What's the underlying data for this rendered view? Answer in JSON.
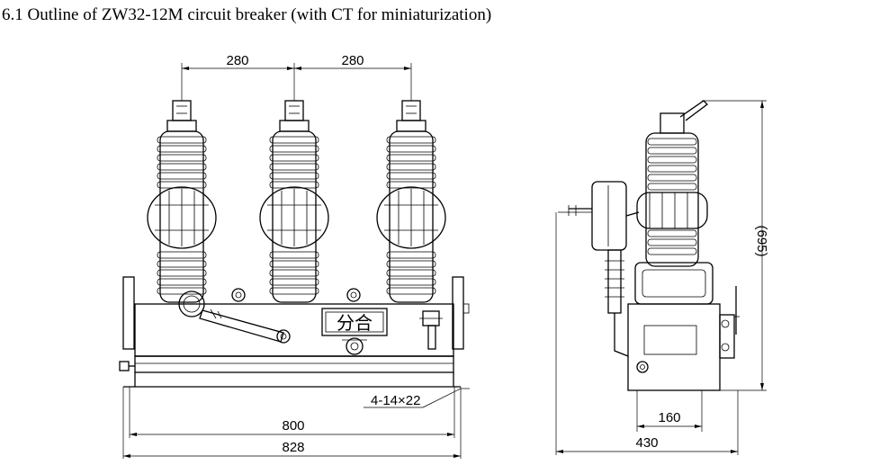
{
  "title": "6.1 Outline of ZW32-12M circuit breaker (with CT for miniaturization)",
  "front_view": {
    "dim_pole_spacing_left": "280",
    "dim_pole_spacing_right": "280",
    "dim_mounting_holes": "4-14×22",
    "dim_hole_span": "800",
    "dim_overall_width": "828",
    "indicator_label": "分合"
  },
  "side_view": {
    "dim_height": "(695)",
    "dim_hole_span": "160",
    "dim_overall_depth": "430"
  }
}
